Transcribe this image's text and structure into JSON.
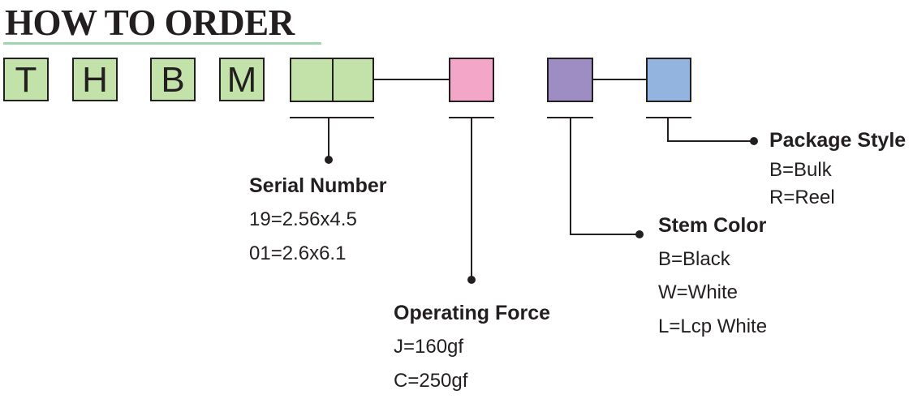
{
  "heading": "HOW TO ORDER",
  "code_letters": [
    "T",
    "H",
    "B",
    "M"
  ],
  "colors": {
    "serial_fill": "#c2e2a9",
    "force_fill": "#f4a6c9",
    "stem_fill": "#9e8dc2",
    "package_fill": "#92b4de",
    "heading_rule": "#9ed5b0"
  },
  "serial_number": {
    "label": "Serial Number",
    "options": [
      "19=2.56x4.5",
      "01=2.6x6.1"
    ]
  },
  "operating_force": {
    "label": "Operating Force",
    "options": [
      "J=160gf",
      "C=250gf"
    ]
  },
  "stem_color": {
    "label": "Stem Color",
    "options": [
      "B=Black",
      "W=White",
      "L=Lcp White"
    ]
  },
  "package_style": {
    "label": "Package Style",
    "options": [
      "B=Bulk",
      "R=Reel"
    ]
  }
}
